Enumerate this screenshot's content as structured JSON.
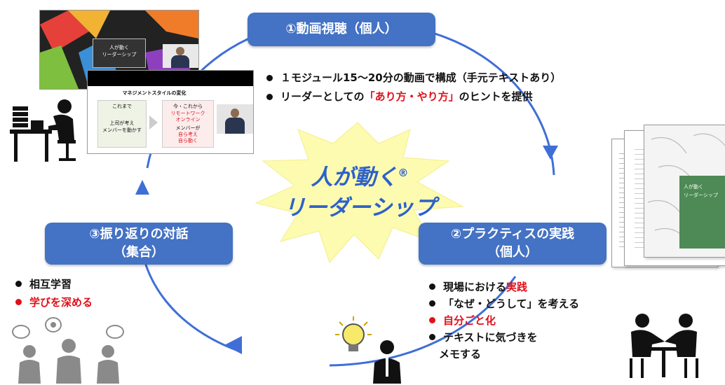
{
  "steps": [
    {
      "label": "①動画視聴（個人）"
    },
    {
      "label_line1": "②プラクティスの実践",
      "label_line2": "（個人）"
    },
    {
      "label_line1": "③振り返りの対話",
      "label_line2": "（集合）"
    }
  ],
  "center": {
    "line1": "人が動く",
    "mark": "®",
    "line2": "リーダーシップ"
  },
  "step1_bullets": [
    {
      "text": "１モジュール15～20分の動画で構成（手元テキストあり）"
    },
    {
      "pre": "リーダーとしての",
      "highlight": "「あり方・やり方」",
      "post": "のヒントを提供"
    }
  ],
  "step2_bullets": [
    {
      "pre": "現場における",
      "highlight": "実践"
    },
    {
      "text": "「なぜ・どうして」を考える"
    },
    {
      "highlight": "自分ごと化"
    },
    {
      "line1": "テキストに気づきを",
      "line2": "メモする"
    }
  ],
  "step3_bullets": [
    {
      "text": "相互学習"
    },
    {
      "highlight": "学びを深める"
    }
  ],
  "slide1": {
    "title_line1": "人が動く",
    "title_line2": "リーダーシップ"
  },
  "slide2": {
    "title": "マネジメントスタイルの変化",
    "left_head": "これまで",
    "left_body_line1": "上司が考え",
    "left_body_line2": "メンバーを動かす",
    "right_head": "今・これから",
    "right_sub1": "リモートワーク",
    "right_sub2": "オンライン",
    "right_body_line1": "メンバーが",
    "right_body_line2": "自ら考え",
    "right_body_line3": "自ら動く"
  },
  "book": {
    "title_line1": "人が動く",
    "title_line2": "リーダーシップ"
  },
  "colors": {
    "accent": "#4472c4",
    "highlight": "#e0101a",
    "center_text": "#2e61c9",
    "starburst": "#fdfbb0"
  }
}
